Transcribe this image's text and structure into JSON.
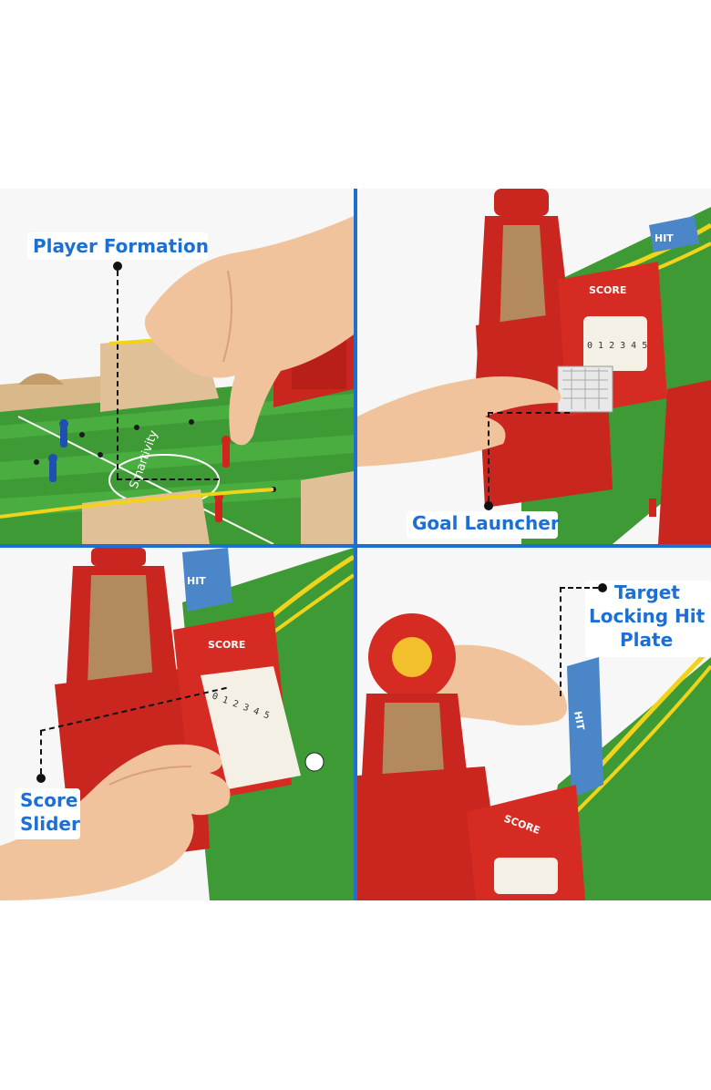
{
  "labels": {
    "player_formation": "Player Formation",
    "goal_launcher": "Goal Launcher",
    "score_slider_line1": "Score",
    "score_slider_line2": "Slider",
    "target_line1": "Target",
    "target_line2": "Locking Hit",
    "target_line3": "Plate"
  },
  "colors": {
    "label_text": "#1f6fd1",
    "divider": "#1f6fd1",
    "pitch_green": "#3e9a35",
    "tower_red": "#c8261f",
    "wood": "#d9b88a",
    "rubber_band": "#f2d31b"
  },
  "game_text": {
    "score_plate": "SCORE",
    "hit_plate": "HIT",
    "brand": "Smartivity",
    "score_digits": "0 1 2 3 4 5"
  }
}
